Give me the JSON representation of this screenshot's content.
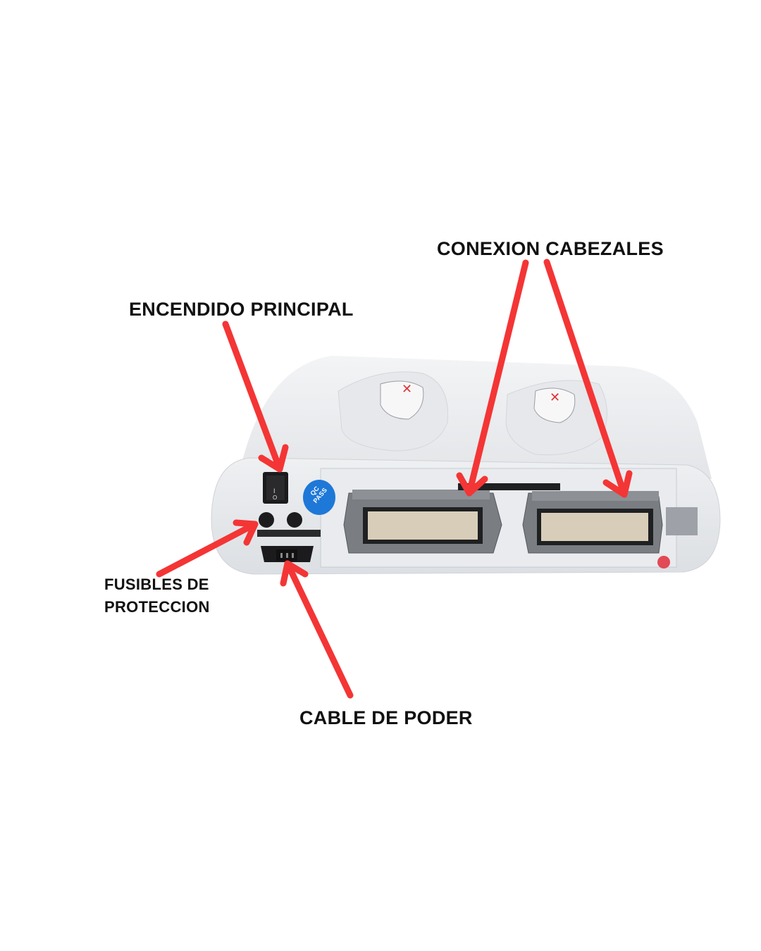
{
  "labels": {
    "head_connection": "CONEXION CABEZALES",
    "main_power": "ENCENDIDO PRINCIPAL",
    "fuses_line1": "FUSIBLES DE",
    "fuses_line2": "PROTECCION",
    "power_cable": "CABLE DE PODER"
  },
  "device": {
    "qc_badge_line1": "QC",
    "qc_badge_line2": "PASS"
  },
  "colors": {
    "arrow": "#f43535",
    "device_body": "#eceef0",
    "badge": "#1e78d8"
  }
}
